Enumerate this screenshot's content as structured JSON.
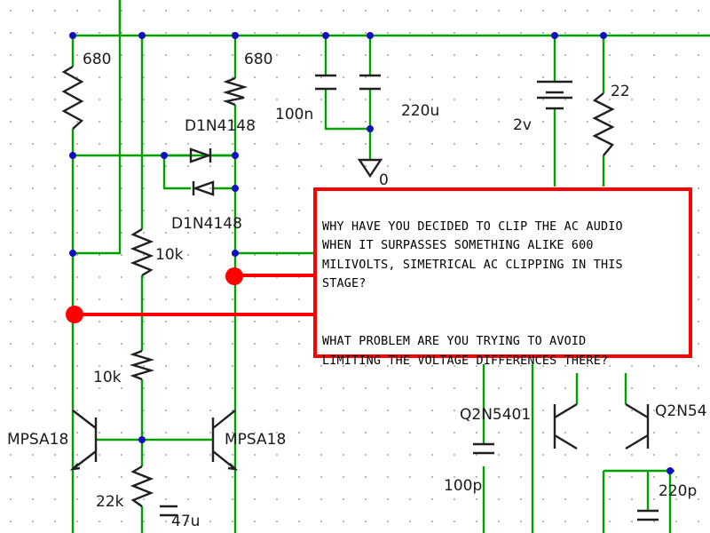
{
  "colors": {
    "wire": "#00a000",
    "component": "#202020",
    "node": "#1010c0",
    "annotation": "#ff0000",
    "grid": "#b8b8b8"
  },
  "labels": {
    "r680_left": "680",
    "r680_right": "680",
    "d1n4148_top": "D1N4148",
    "d1n4148_bottom": "D1N4148",
    "c100n": "100n",
    "c220u": "220u",
    "gnd0": "0",
    "v2v": "2v",
    "r22": "22",
    "r10k_a": "10k",
    "r10k_b": "10k",
    "mpsa18_left": "MPSA18",
    "mpsa18_right": "MPSA18",
    "r22k": "22k",
    "c47u": "47u",
    "q2n5401_left": "Q2N5401",
    "q2n54_right": "Q2N54",
    "c100p": "100p",
    "c220p": "220p"
  },
  "annotation": {
    "paragraph1": "WHY HAVE YOU DECIDED TO CLIP THE AC AUDIO\nWHEN IT SURPASSES SOMETHING ALIKE 600\nMILIVOLTS, SIMETRICAL AC CLIPPING IN THIS\nSTAGE?",
    "paragraph2": "WHAT PROBLEM ARE YOU TRYING TO AVOID\nLIMITING THE VOLTAGE DIFFERENCES THERE?"
  }
}
